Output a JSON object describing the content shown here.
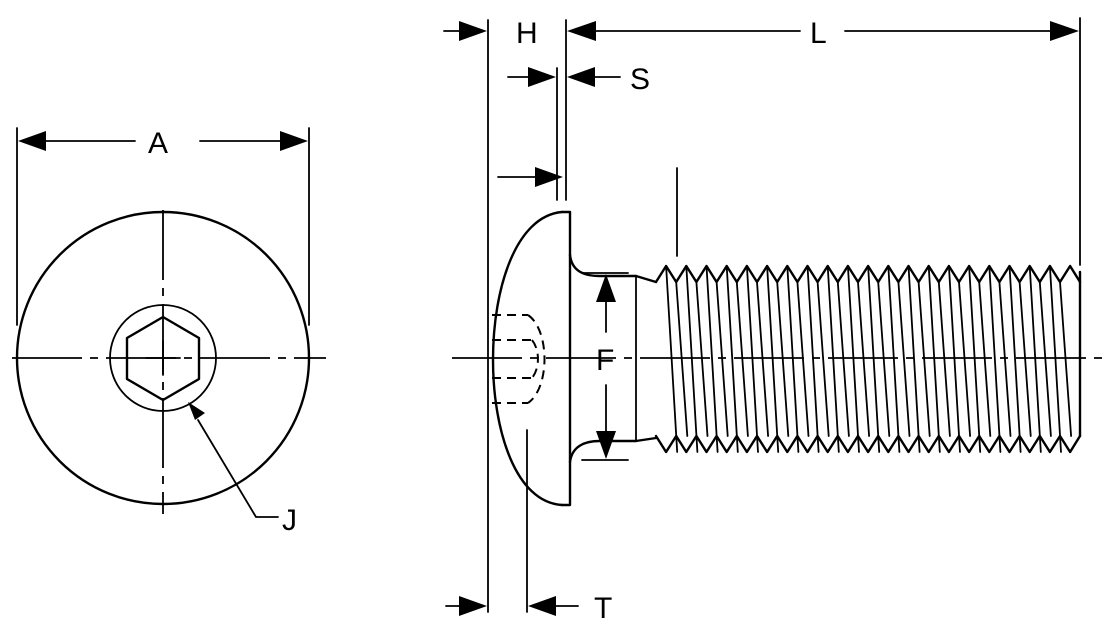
{
  "labels": {
    "A": "A",
    "H": "H",
    "L": "L",
    "S": "S",
    "F": "F",
    "J": "J",
    "T": "T"
  }
}
